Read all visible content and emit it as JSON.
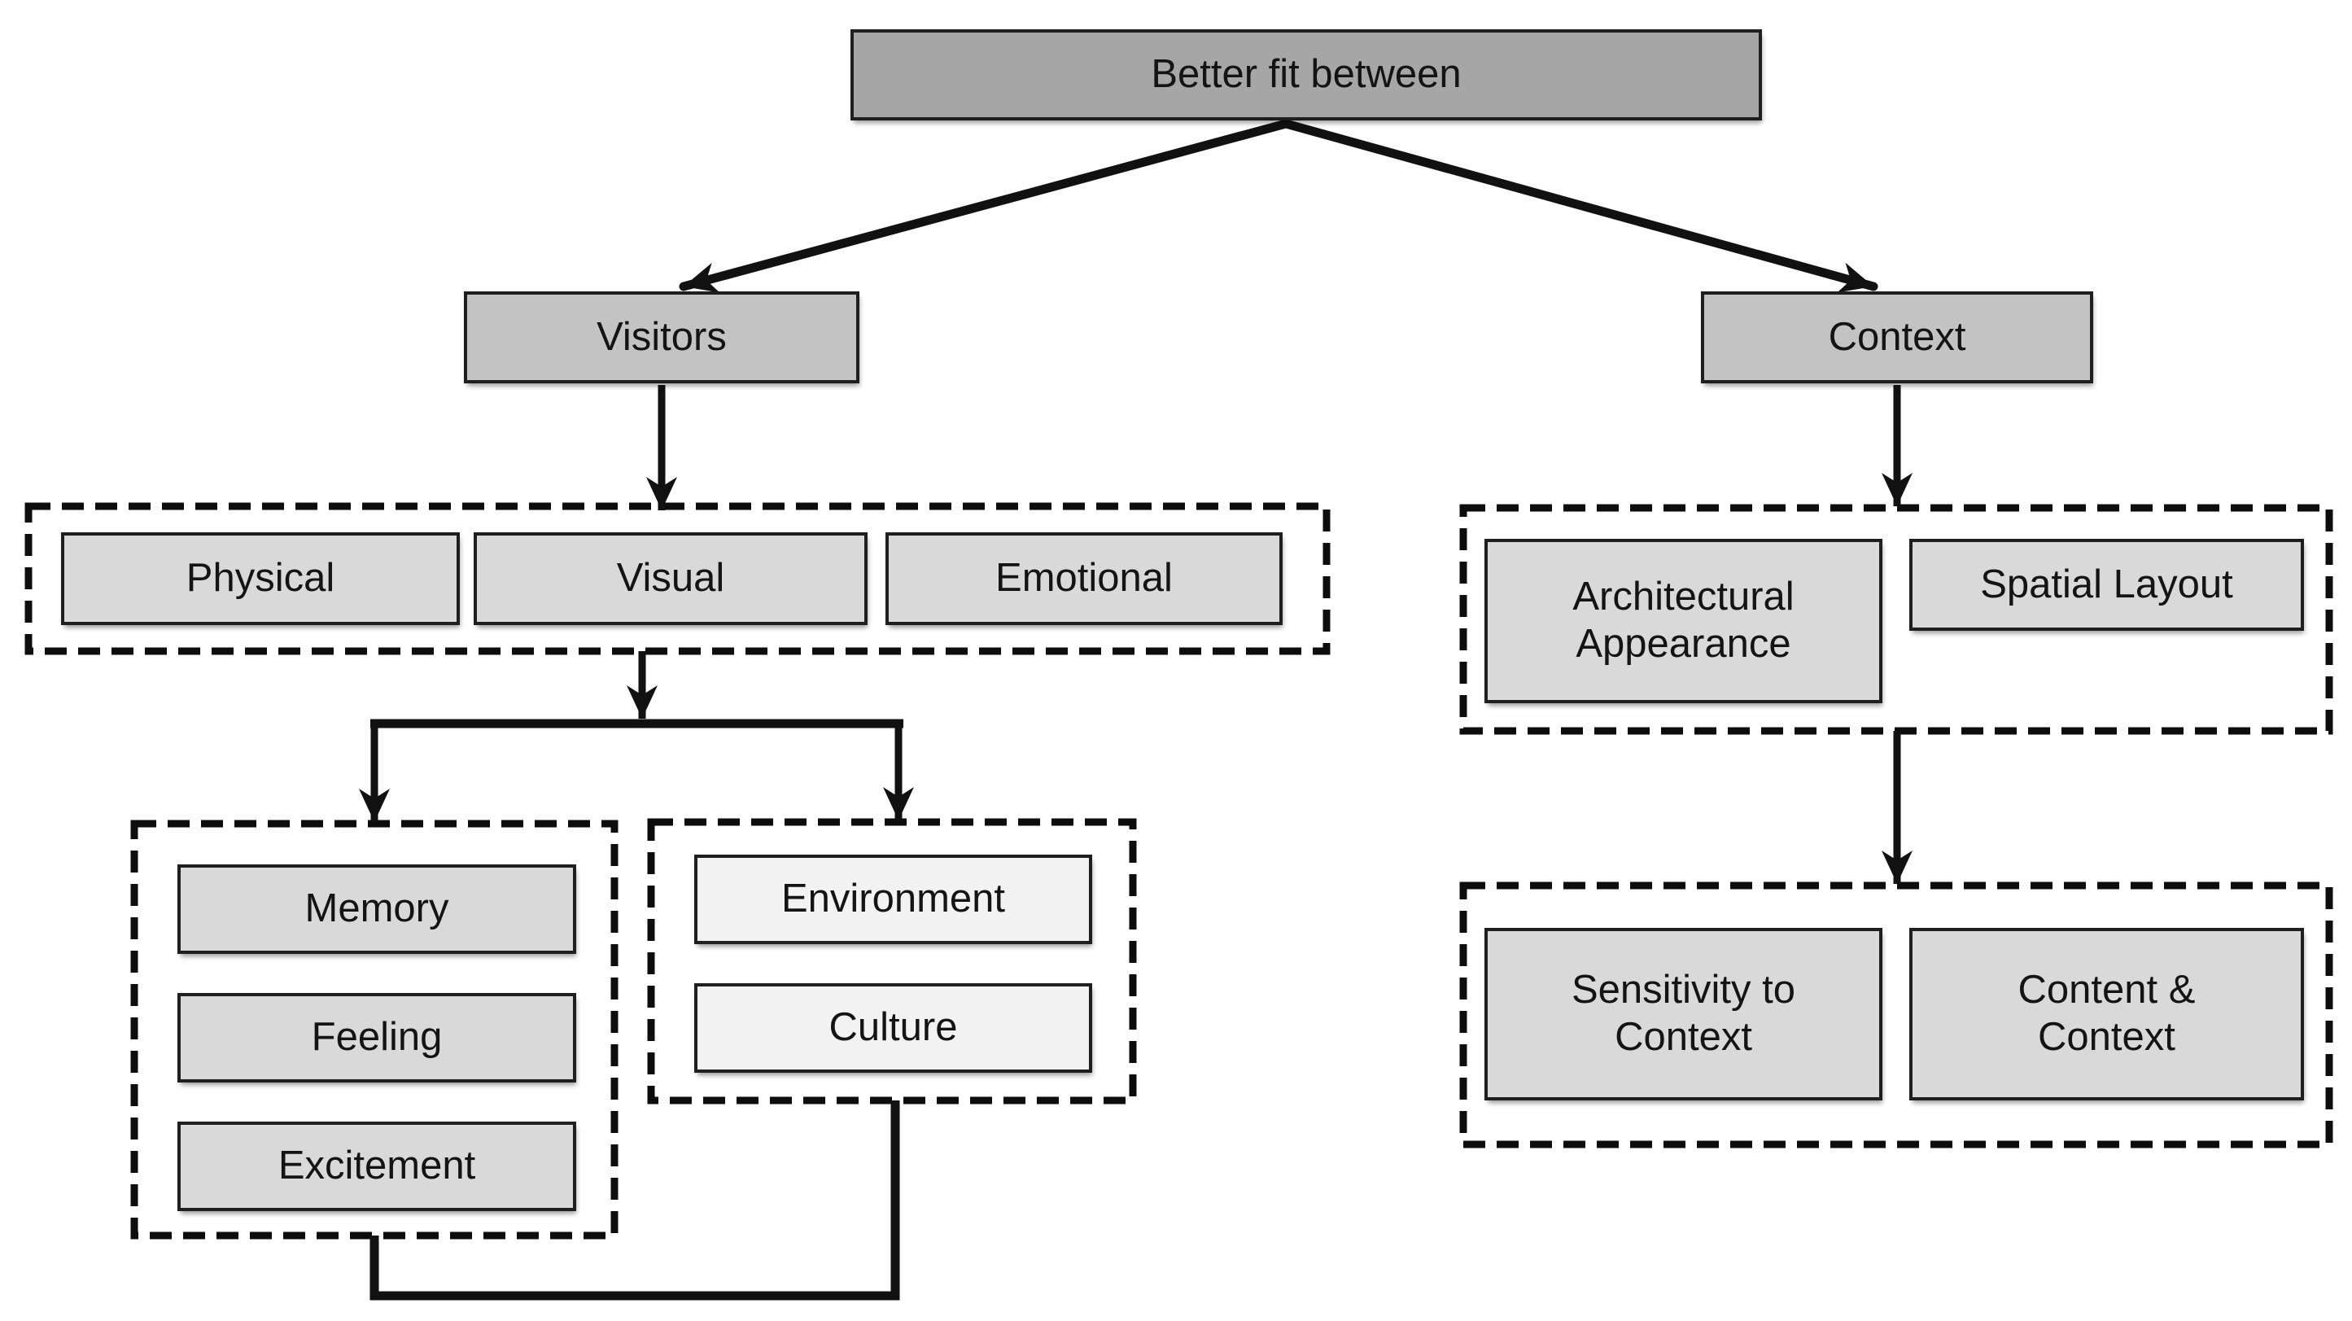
{
  "root": {
    "label": "Better fit between"
  },
  "branches": {
    "visitors": {
      "label": "Visitors"
    },
    "context": {
      "label": "Context"
    }
  },
  "groups": {
    "visitor_aspects": {
      "items": [
        "Physical",
        "Visual",
        "Emotional"
      ]
    },
    "inner_experience": {
      "items": [
        "Memory",
        "Feeling",
        "Excitement"
      ]
    },
    "surroundings": {
      "items": [
        "Environment",
        "Culture"
      ]
    },
    "context_design": {
      "items": [
        "Architectural\nAppearance",
        "Spatial Layout"
      ]
    },
    "context_fit": {
      "items": [
        "Sensitivity to\nContext",
        "Content &\nContext"
      ]
    }
  },
  "colors": {
    "root_fill": "#a6a6a6",
    "branch_fill": "#c3c3c3",
    "item_fill": "#d9d9d9",
    "item_fill_light": "#f2f2f2",
    "line": "#111111",
    "background": "#ffffff"
  }
}
